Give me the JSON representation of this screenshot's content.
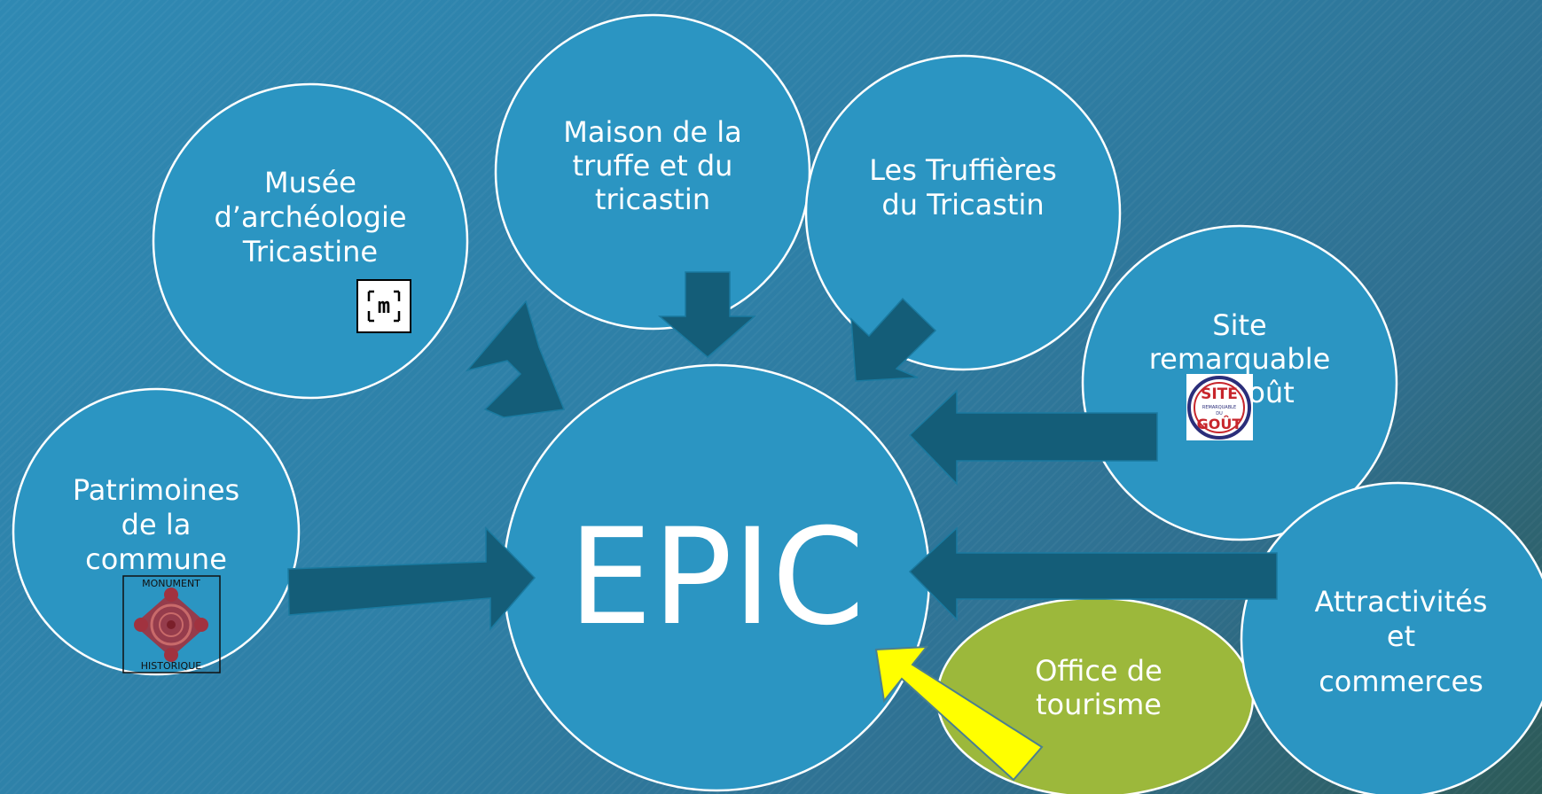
{
  "center": {
    "label": "EPIC"
  },
  "nodes": {
    "musee": {
      "lines": [
        "Musée",
        "d’archéologie",
        "Tricastine"
      ],
      "logo_text": "m"
    },
    "maison": {
      "lines": [
        "Maison de la",
        "truffe et du",
        "tricastin"
      ]
    },
    "truffieres": {
      "lines": [
        "Les Truffières",
        "du Tricastin"
      ]
    },
    "site": {
      "lines": [
        "Site",
        "remarquable",
        "du goût"
      ],
      "logo_lines": [
        "SITE",
        "REMARQUABLE",
        "DU",
        "GOÛT"
      ]
    },
    "patrimoines": {
      "lines": [
        "Patrimoines",
        "de la",
        "commune"
      ],
      "logo_top": "MONUMENT",
      "logo_bottom": "HISTORIQUE"
    },
    "attractivites": {
      "lines": [
        "Attractivités",
        "et",
        "commerces"
      ]
    },
    "office": {
      "lines": [
        "Office de",
        "tourisme"
      ]
    }
  },
  "colors": {
    "circle_fill": "#2b95c2",
    "circle_stroke": "#ffffff",
    "office_fill": "#9cb83b",
    "arrow_fill": "#145d78",
    "highlight_arrow": "#ffff00"
  }
}
